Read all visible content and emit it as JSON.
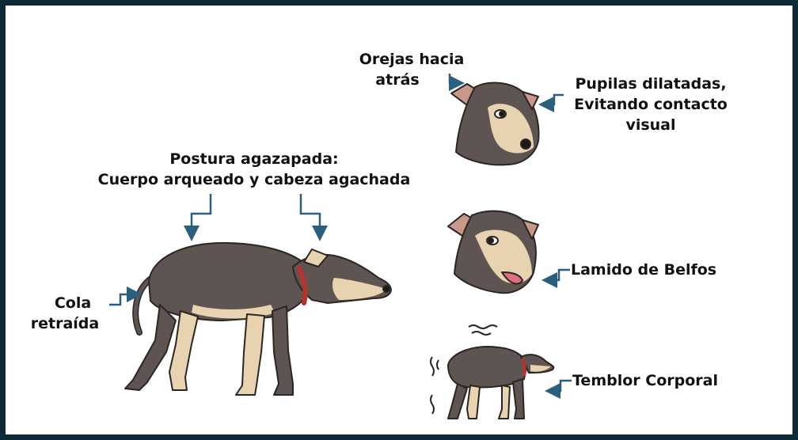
{
  "colors": {
    "frame": "#0e2a36",
    "arrow": "#2a5f7e",
    "dog_dark": "#5e5552",
    "dog_light": "#e8d3b0",
    "collar": "#b8332e"
  },
  "labels": {
    "ears_line1": "Orejas hacia",
    "ears_line2": "atrás",
    "pupils_line1": "Pupilas dilatadas,",
    "pupils_line2": "Evitando contacto",
    "pupils_line3": "visual",
    "posture_line1": "Postura agazapada:",
    "posture_line2": "Cuerpo arqueado y cabeza agachada",
    "tail_line1": "Cola",
    "tail_line2": "retraída",
    "lick": "Lamido de Belfos",
    "tremor": "Temblor Corporal"
  }
}
